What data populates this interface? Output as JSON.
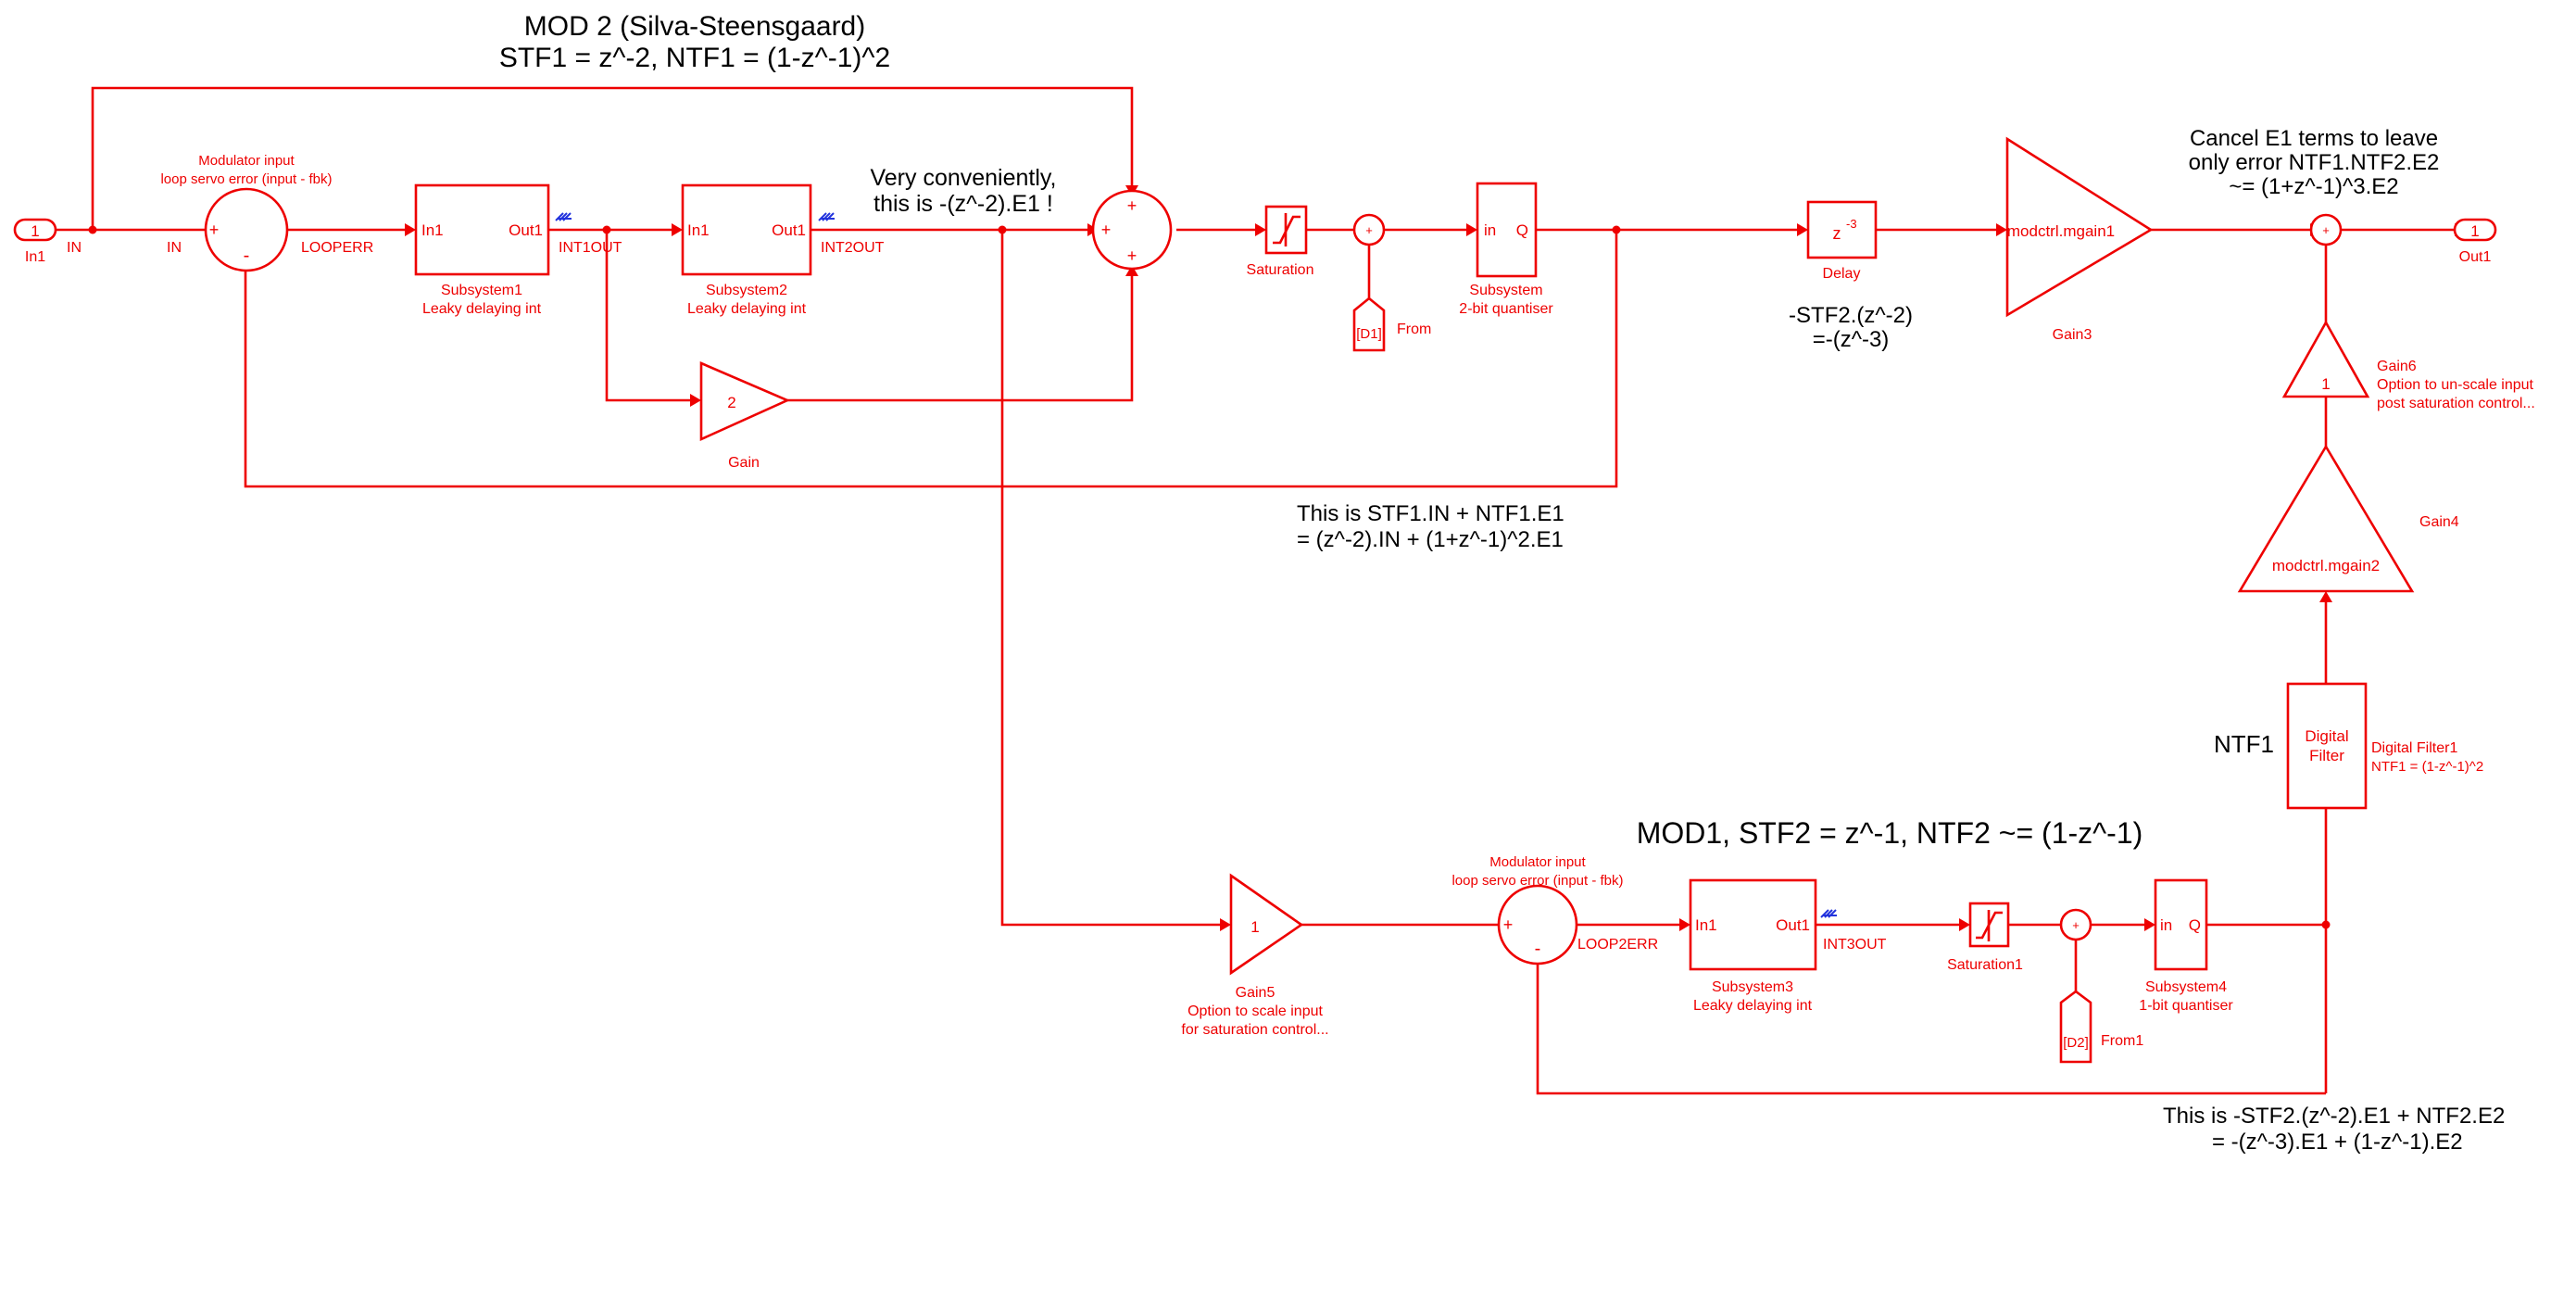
{
  "titles": {
    "mod2_title": "MOD 2 (Silva-Steensgaard)",
    "mod2_tf": "STF1 = z^-2, NTF1 = (1-z^-1)^2",
    "mod1_title": "MOD1, STF2 = z^-1, NTF2 ~= (1-z^-1)",
    "cancel_line1": "Cancel E1 terms to leave",
    "cancel_line2": "only error NTF1.NTF2.E2",
    "cancel_line3": "~= (1+z^-1)^3.E2",
    "conv_line1": "Very conveniently,",
    "conv_line2": "this is -(z^-2).E1 !",
    "stf2_line1": "-STF2.(z^-2)",
    "stf2_line2": "=-(z^-3)",
    "mid_line1": "This is STF1.IN + NTF1.E1",
    "mid_line2": "= (z^-2).IN + (1+z^-1)^2.E1",
    "bot_line1": "This is -STF2.(z^-2).E1 + NTF2.E2",
    "bot_line2": "= -(z^-3).E1 + (1-z^-1).E2",
    "ntf1_label": "NTF1"
  },
  "ports": {
    "in1_num": "1",
    "in1_label": "In1",
    "out1_num": "1",
    "out1_label": "Out1"
  },
  "signals": {
    "in_a": "IN",
    "in_b": "IN",
    "looperr": "LOOPERR",
    "int1out": "INT1OUT",
    "int2out": "INT2OUT",
    "loop2err": "LOOP2ERR",
    "int3out": "INT3OUT"
  },
  "blocks": {
    "sum1_caption1": "Modulator input",
    "sum1_caption2": "loop servo error (input - fbk)",
    "sum2_caption1": "Modulator input",
    "sum2_caption2": "loop servo error (input - fbk)",
    "sub1_in": "In1",
    "sub1_out": "Out1",
    "sub1_name": "Subsystem1",
    "sub1_desc": "Leaky delaying int",
    "sub2_in": "In1",
    "sub2_out": "Out1",
    "sub2_name": "Subsystem2",
    "sub2_desc": "Leaky delaying int",
    "sub3_in": "In1",
    "sub3_out": "Out1",
    "sub3_name": "Subsystem3",
    "sub3_desc": "Leaky delaying int",
    "gain_value": "2",
    "gain_name": "Gain",
    "sat_name": "Saturation",
    "sat1_name": "Saturation1",
    "from_tag": "[D1]",
    "from_name": "From",
    "from1_tag": "[D2]",
    "from1_name": "From1",
    "quant_in": "in",
    "quant_q": "Q",
    "quant_name": "Subsystem",
    "quant_desc": "2-bit quantiser",
    "quant4_in": "in",
    "quant4_q": "Q",
    "quant4_name": "Subsystem4",
    "quant4_desc": "1-bit quantiser",
    "delay_z": "z",
    "delay_exp": "-3",
    "delay_name": "Delay",
    "gain3_value": "modctrl.mgain1",
    "gain3_name": "Gain3",
    "gain6_value": "1",
    "gain6_name": "Gain6",
    "gain6_desc1": "Option to un-scale input",
    "gain6_desc2": "post saturation control...",
    "gain4_value": "modctrl.mgain2",
    "gain4_name": "Gain4",
    "gain5_value": "1",
    "gain5_name": "Gain5",
    "gain5_desc1": "Option to scale input",
    "gain5_desc2": "for saturation control...",
    "filter_line1": "Digital",
    "filter_line2": "Filter",
    "filter_name": "Digital Filter1",
    "filter_desc": "NTF1 = (1-z^-1)^2"
  },
  "signs": {
    "plus": "+",
    "minus": "-"
  },
  "colors": {
    "diagram": "#ee0000",
    "annotation": "#000000",
    "signal_marker": "#2233dd",
    "background": "#ffffff"
  }
}
